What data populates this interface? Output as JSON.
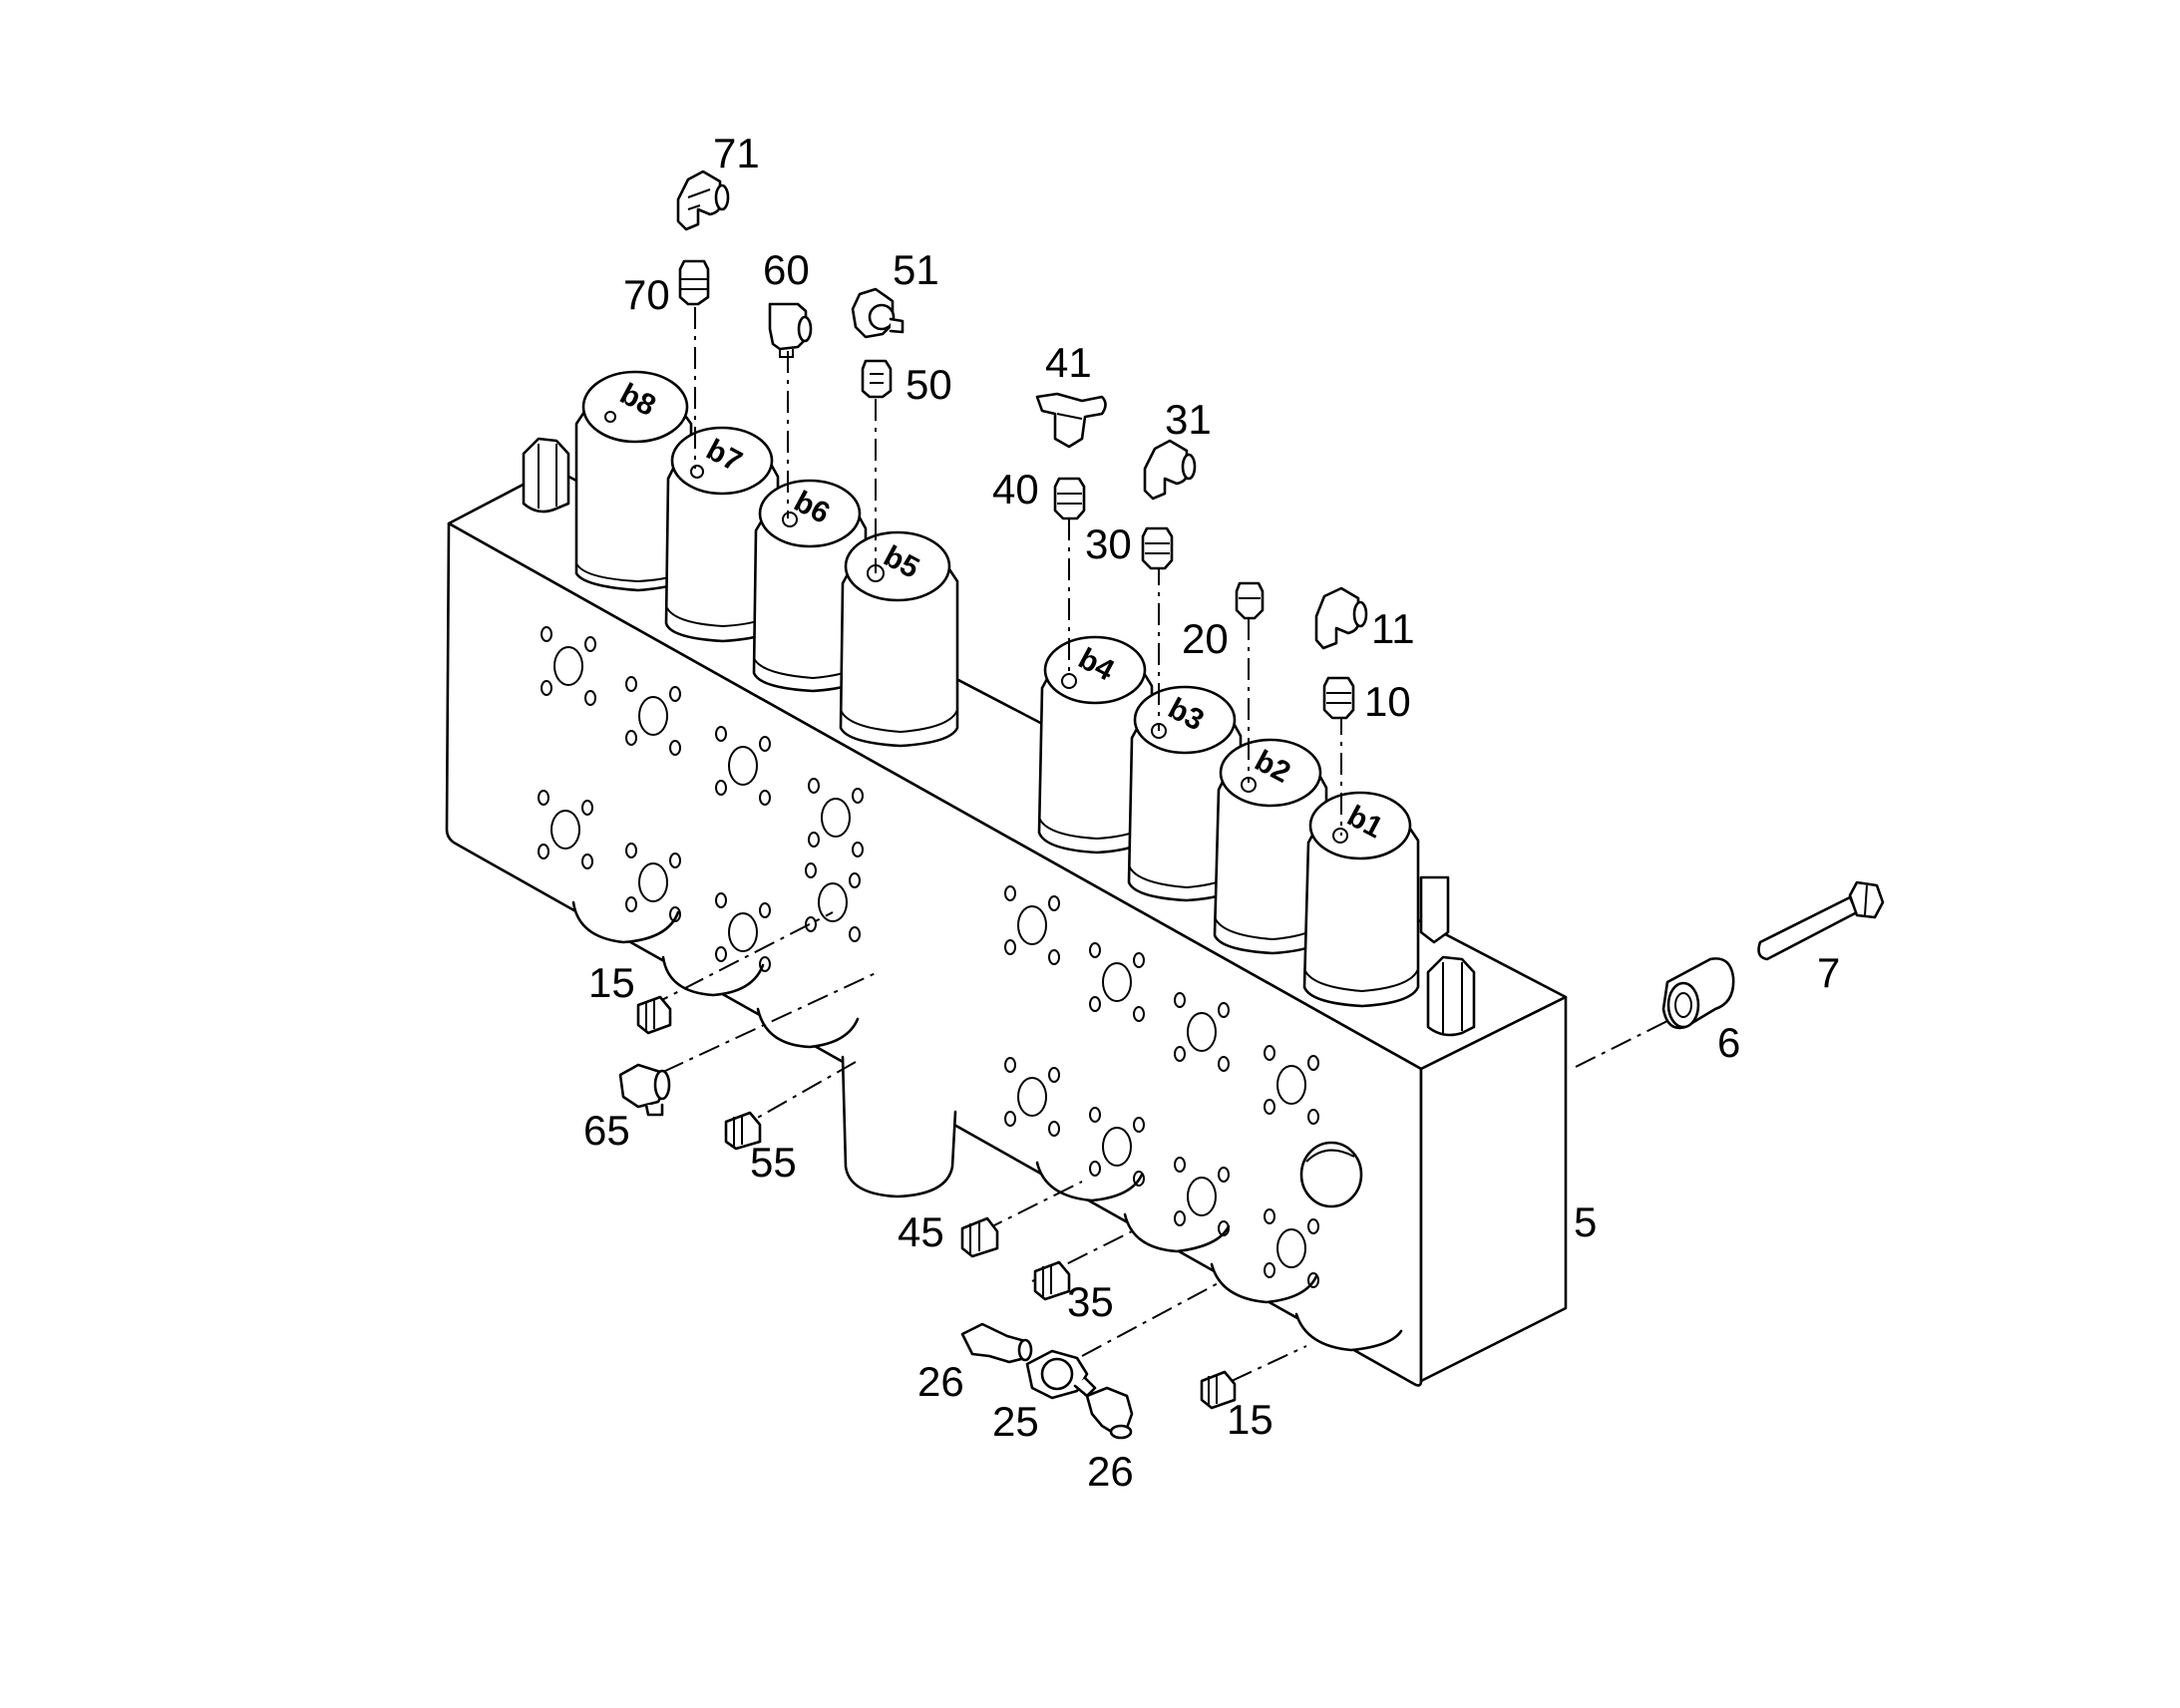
{
  "callouts": {
    "c5": "5",
    "c6": "6",
    "c7": "7",
    "c10": "10",
    "c11": "11",
    "c15a": "15",
    "c15b": "15",
    "c20": "20",
    "c25": "25",
    "c26a": "26",
    "c26b": "26",
    "c30": "30",
    "c31": "31",
    "c35": "35",
    "c40": "40",
    "c41": "41",
    "c45": "45",
    "c50": "50",
    "c51": "51",
    "c55": "55",
    "c60": "60",
    "c65": "65",
    "c70": "70",
    "c71": "71"
  },
  "coils": {
    "b1": "b1",
    "b2": "b2",
    "b3": "b3",
    "b4": "b4",
    "b5": "b5",
    "b6": "b6",
    "b7": "b7",
    "b8": "b8"
  }
}
